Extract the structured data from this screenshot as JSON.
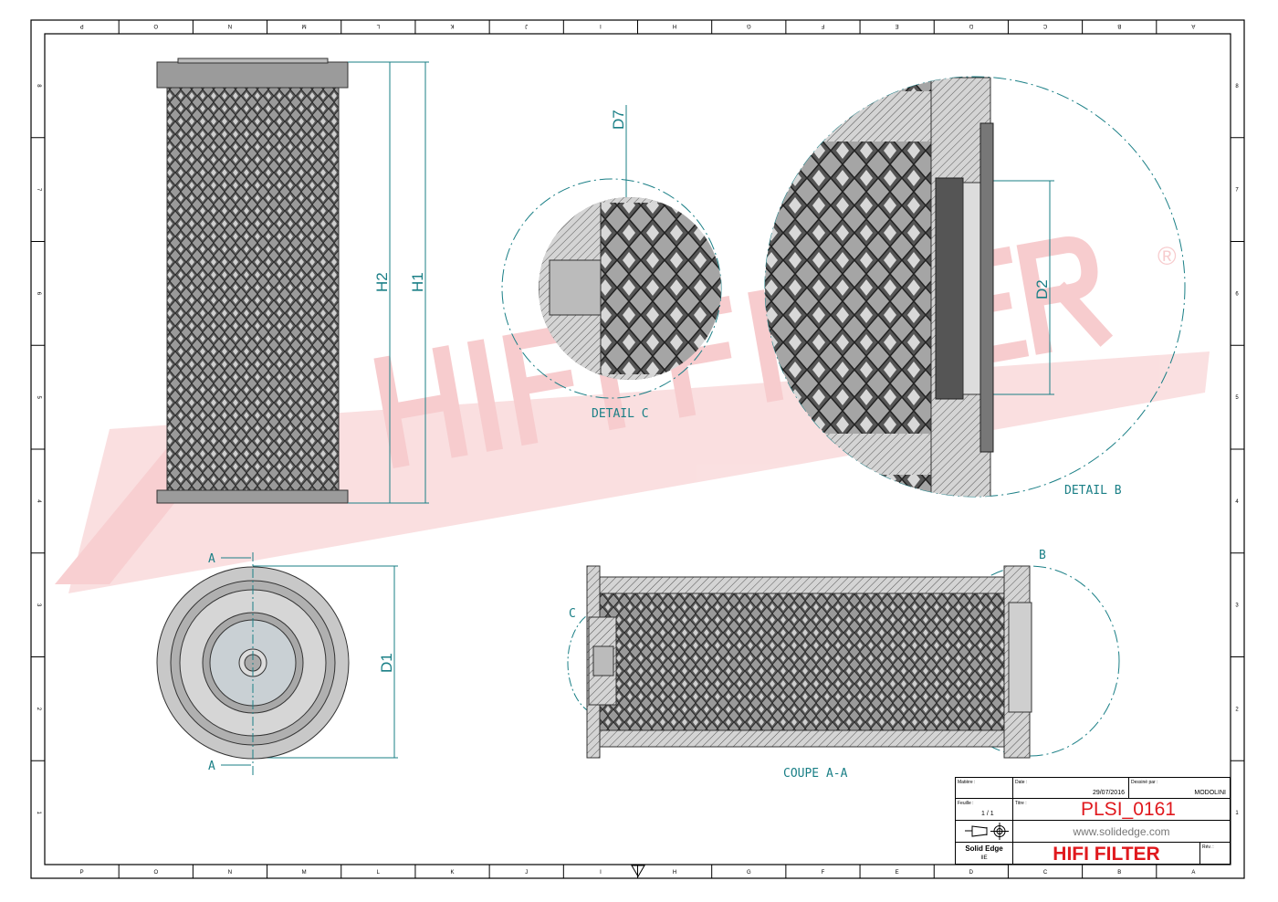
{
  "sheet": {
    "column_labels": [
      "P",
      "O",
      "N",
      "M",
      "L",
      "K",
      "J",
      "I",
      "H",
      "G",
      "F",
      "E",
      "D",
      "C",
      "B",
      "A"
    ],
    "row_labels": [
      "8",
      "7",
      "6",
      "5",
      "4",
      "3",
      "2",
      "1"
    ]
  },
  "dimensions": {
    "h1": "H1",
    "h2": "H2",
    "d1": "D1",
    "d2": "D2",
    "d7": "D7"
  },
  "views": {
    "detail_c": "DETAIL C",
    "detail_b": "DETAIL B",
    "section": "COUPE A-A",
    "section_mark_top": "A",
    "section_mark_bottom": "A",
    "callout_b": "B",
    "callout_c": "C"
  },
  "watermark": {
    "text": "HIFI FILTER",
    "registered": "®",
    "color": "#f4b6b8"
  },
  "title_block": {
    "material_label": "Matière :",
    "date_label": "Date :",
    "date": "29/07/2016",
    "drawn_by_label": "Dessiné par :",
    "drawn_by": "MODOLINI",
    "sheet_label": "Feuille :",
    "sheet": "1 / 1",
    "title_label": "Titre :",
    "title": "PLSI_0161",
    "website": "www.solidedge.com",
    "software": "Solid Edge",
    "software_sub": "IIE",
    "company": "HIFI FILTER",
    "rev_label": "Rév. :",
    "title_color": "#e0191e"
  }
}
